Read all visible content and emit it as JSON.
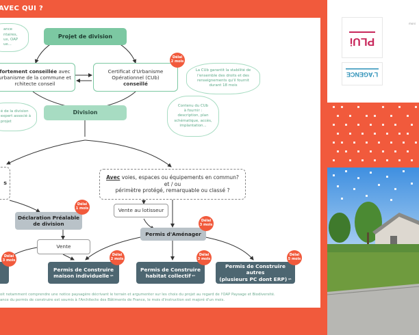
{
  "header": {
    "title": "AVEC QUI ?"
  },
  "nodes": {
    "projet": "Projet de division",
    "conseil_bold": "fortement conseillée",
    "conseil_rest_1": " avec",
    "conseil_line2": "urbanisme de la commune et",
    "conseil_line3": "rchitecte conseil",
    "cub_line1": "Certificat d'Urbanisme",
    "cub_line2": "Opérationnel (CUb)",
    "cub_line3": "conseillé",
    "division": "Division",
    "avec_underline": "Avec",
    "avec_line1": " voies, espaces ou équipements en commun?",
    "avec_line2": "et / ou",
    "avec_line3": "périmètre protégé, remarquable ou classé ?",
    "left_dashed": "s",
    "dp_line1": "Déclaration Préalable",
    "dp_line2": "de division",
    "vente": "Vente",
    "vente_lotisseur": "Vente au lotisseur",
    "pa": "Permis d'Aménager",
    "pc1_line1": "Permis de Construire",
    "pc1_line2": "maison individuelle",
    "pc1_note": " *¹",
    "pc2_line1": "Permis de Construire",
    "pc2_line2": "habitat collectif",
    "pc2_note": " *¹",
    "pc3_line1": "Permis de Construire  autres",
    "pc3_line2": "(plusieurs PC dont ERP)",
    "pc3_note": " *¹"
  },
  "badges": {
    "cub": [
      "Délai",
      "2 mois"
    ],
    "dp": [
      "Délai",
      "1 mois"
    ],
    "pa": [
      "Délai",
      "3 mois"
    ],
    "pc1": [
      "Délai",
      "2 mois"
    ],
    "pc2": [
      "Délai",
      "3 mois"
    ],
    "pc3": [
      "Délai",
      "5 mois"
    ],
    "left": [
      "Délai",
      "3 mois"
    ]
  },
  "clouds": {
    "topleft": [
      "ance",
      "ntaires,",
      "ux, OAP",
      "ue..."
    ],
    "guarantee": [
      "La CUb garantit la stabilité de",
      "l'ensemble des droits et des",
      "renseignements qu'il fournit",
      "durant 18 mois"
    ],
    "contenu": [
      "Contenu du CUb",
      "à fournir :",
      "description, plan",
      "schématique, accès,",
      "implantation..."
    ],
    "leftmid": [
      "é de la division",
      "expert associé à",
      "projet"
    ]
  },
  "footnotes": {
    "line1": "oit notamment comprendre une notice paysagère décrivant le terrain et argumenter sur les choix du projet au regard de l'OAP Paysage et Biodiversité.",
    "line2": "ance du permis de construire est soumis à l'Architecte des Bâtiments de France, le mois d'instruction est majoré d'un mois."
  },
  "right": {
    "plu_logo": "PLUi",
    "agence_logo": "L'AGENCE",
    "corner_text": "moni"
  },
  "colors": {
    "orange": "#f15a3c",
    "green": "#7cc8a2",
    "dark": "#4d6671",
    "grey": "#b9c2c8"
  }
}
